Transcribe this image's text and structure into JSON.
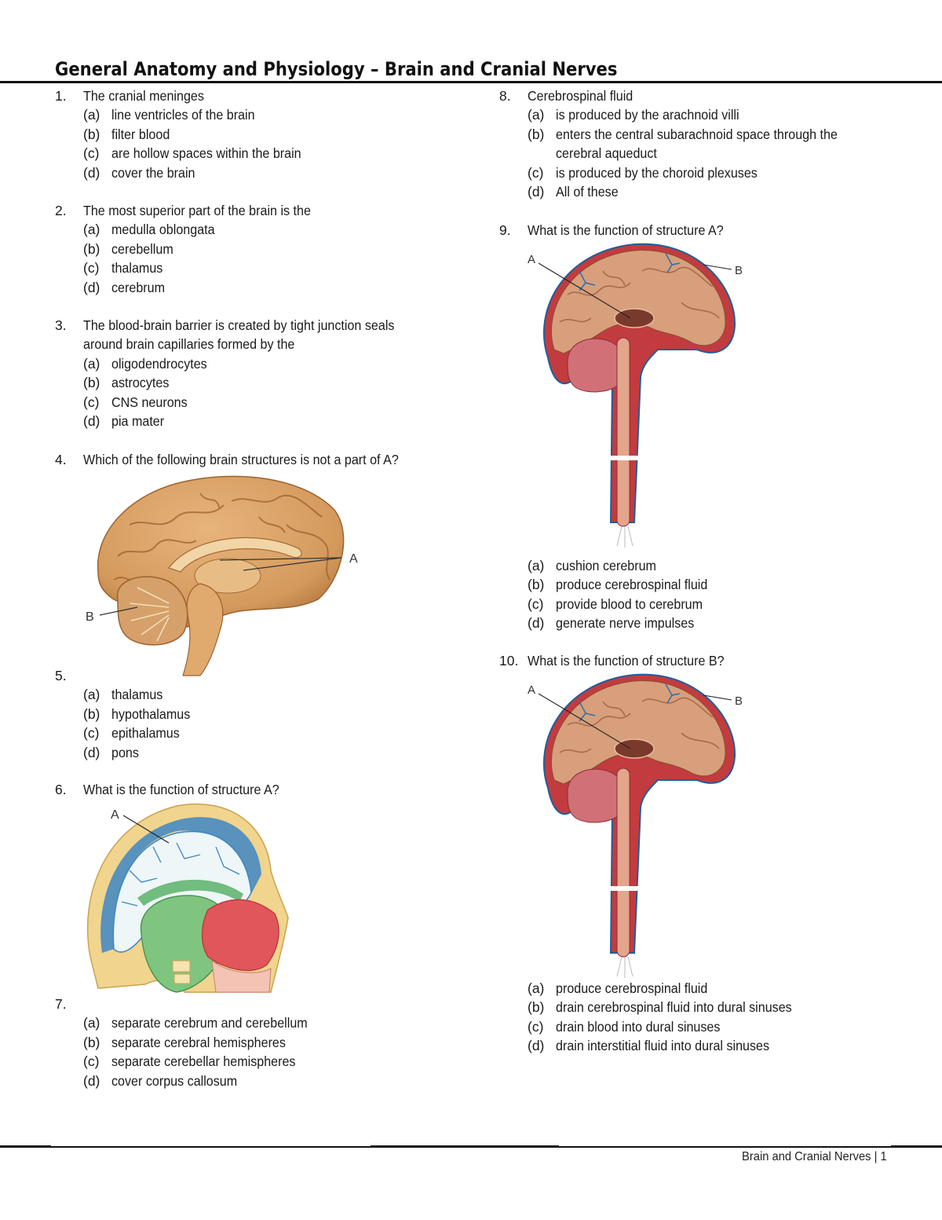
{
  "header": {
    "title": "General Anatomy and Physiology – Brain and Cranial Nerves"
  },
  "footer": {
    "text": "Brain and Cranial Nerves | 1"
  },
  "questions": [
    {
      "number": "1.",
      "stem": "The cranial meninges",
      "options": [
        {
          "letter": "(a)",
          "text": "line ventricles of the brain"
        },
        {
          "letter": "(b)",
          "text": "filter blood"
        },
        {
          "letter": "(c)",
          "text": "are hollow spaces within the brain"
        },
        {
          "letter": "(d)",
          "text": "cover the brain"
        }
      ]
    },
    {
      "number": "2.",
      "stem": "The most superior part of the brain is the",
      "options": [
        {
          "letter": "(a)",
          "text": "medulla oblongata"
        },
        {
          "letter": "(b)",
          "text": "cerebellum"
        },
        {
          "letter": "(c)",
          "text": "thalamus"
        },
        {
          "letter": "(d)",
          "text": "cerebrum"
        }
      ]
    },
    {
      "number": "3.",
      "stem_lines": [
        "The blood-brain barrier is created by tight junction seals",
        "around brain capillaries formed by the"
      ],
      "options": [
        {
          "letter": "(a)",
          "text": "oligodendrocytes"
        },
        {
          "letter": "(b)",
          "text": "astrocytes"
        },
        {
          "letter": "(c)",
          "text": "CNS neurons"
        },
        {
          "letter": "(d)",
          "text": "pia mater"
        }
      ]
    },
    {
      "number": "4.",
      "stem": "Which of the following brain structures is not a part of A?"
    },
    {
      "number": "5.",
      "stem": "",
      "options": [
        {
          "letter": "(a)",
          "text": "thalamus"
        },
        {
          "letter": "(b)",
          "text": "hypothalamus"
        },
        {
          "letter": "(c)",
          "text": "epithalamus"
        },
        {
          "letter": "(d)",
          "text": "pons"
        }
      ]
    },
    {
      "number": "6.",
      "stem": "What is the function of structure A?"
    },
    {
      "number": "7.",
      "stem": "",
      "options": [
        {
          "letter": "(a)",
          "text": "separate cerebrum and cerebellum"
        },
        {
          "letter": "(b)",
          "text": "separate cerebral hemispheres"
        },
        {
          "letter": "(c)",
          "text": "separate cerebellar hemispheres"
        },
        {
          "letter": "(d)",
          "text": "cover corpus callosum"
        }
      ]
    },
    {
      "number": "8.",
      "stem": "Cerebrospinal fluid",
      "options": [
        {
          "letter": "(a)",
          "text": "is produced by the arachnoid villi"
        },
        {
          "letter": "(b)",
          "text_lines": [
            "enters the central subarachnoid space through the",
            "cerebral aqueduct"
          ]
        },
        {
          "letter": "(c)",
          "text": "is produced by the choroid plexuses"
        },
        {
          "letter": "(d)",
          "text": "All of these"
        }
      ]
    },
    {
      "number": "9.",
      "stem": "What is the function of structure A?",
      "options": [
        {
          "letter": "(a)",
          "text": "cushion cerebrum"
        },
        {
          "letter": "(b)",
          "text": "produce cerebrospinal fluid"
        },
        {
          "letter": "(c)",
          "text": "provide blood to cerebrum"
        },
        {
          "letter": "(d)",
          "text": "generate nerve impulses"
        }
      ]
    },
    {
      "number": "10.",
      "stem": "What is the function of structure B?",
      "options": [
        {
          "letter": "(a)",
          "text": "produce cerebrospinal fluid"
        },
        {
          "letter": "(b)",
          "text": "drain cerebrospinal fluid into dural sinuses"
        },
        {
          "letter": "(c)",
          "text": "drain blood into dural sinuses"
        },
        {
          "letter": "(d)",
          "text": "drain interstitial fluid into dural sinuses"
        }
      ]
    }
  ],
  "figures": {
    "brain_sagittal": {
      "label_a": "A",
      "label_b": "B"
    },
    "head_section": {
      "label_a": "A"
    },
    "csf_flow_1": {
      "label_a": "A",
      "label_b": "B"
    },
    "csf_flow_2": {
      "label_a": "A",
      "label_b": "B"
    }
  },
  "colors": {
    "brain": "#d9a067",
    "brain_dark": "#b5773e",
    "cerebellum_red": "#c9505a",
    "meninges_blue": "#2f74b0",
    "ventricle_green": "#74c27a",
    "nasal_red": "#e0565a"
  }
}
